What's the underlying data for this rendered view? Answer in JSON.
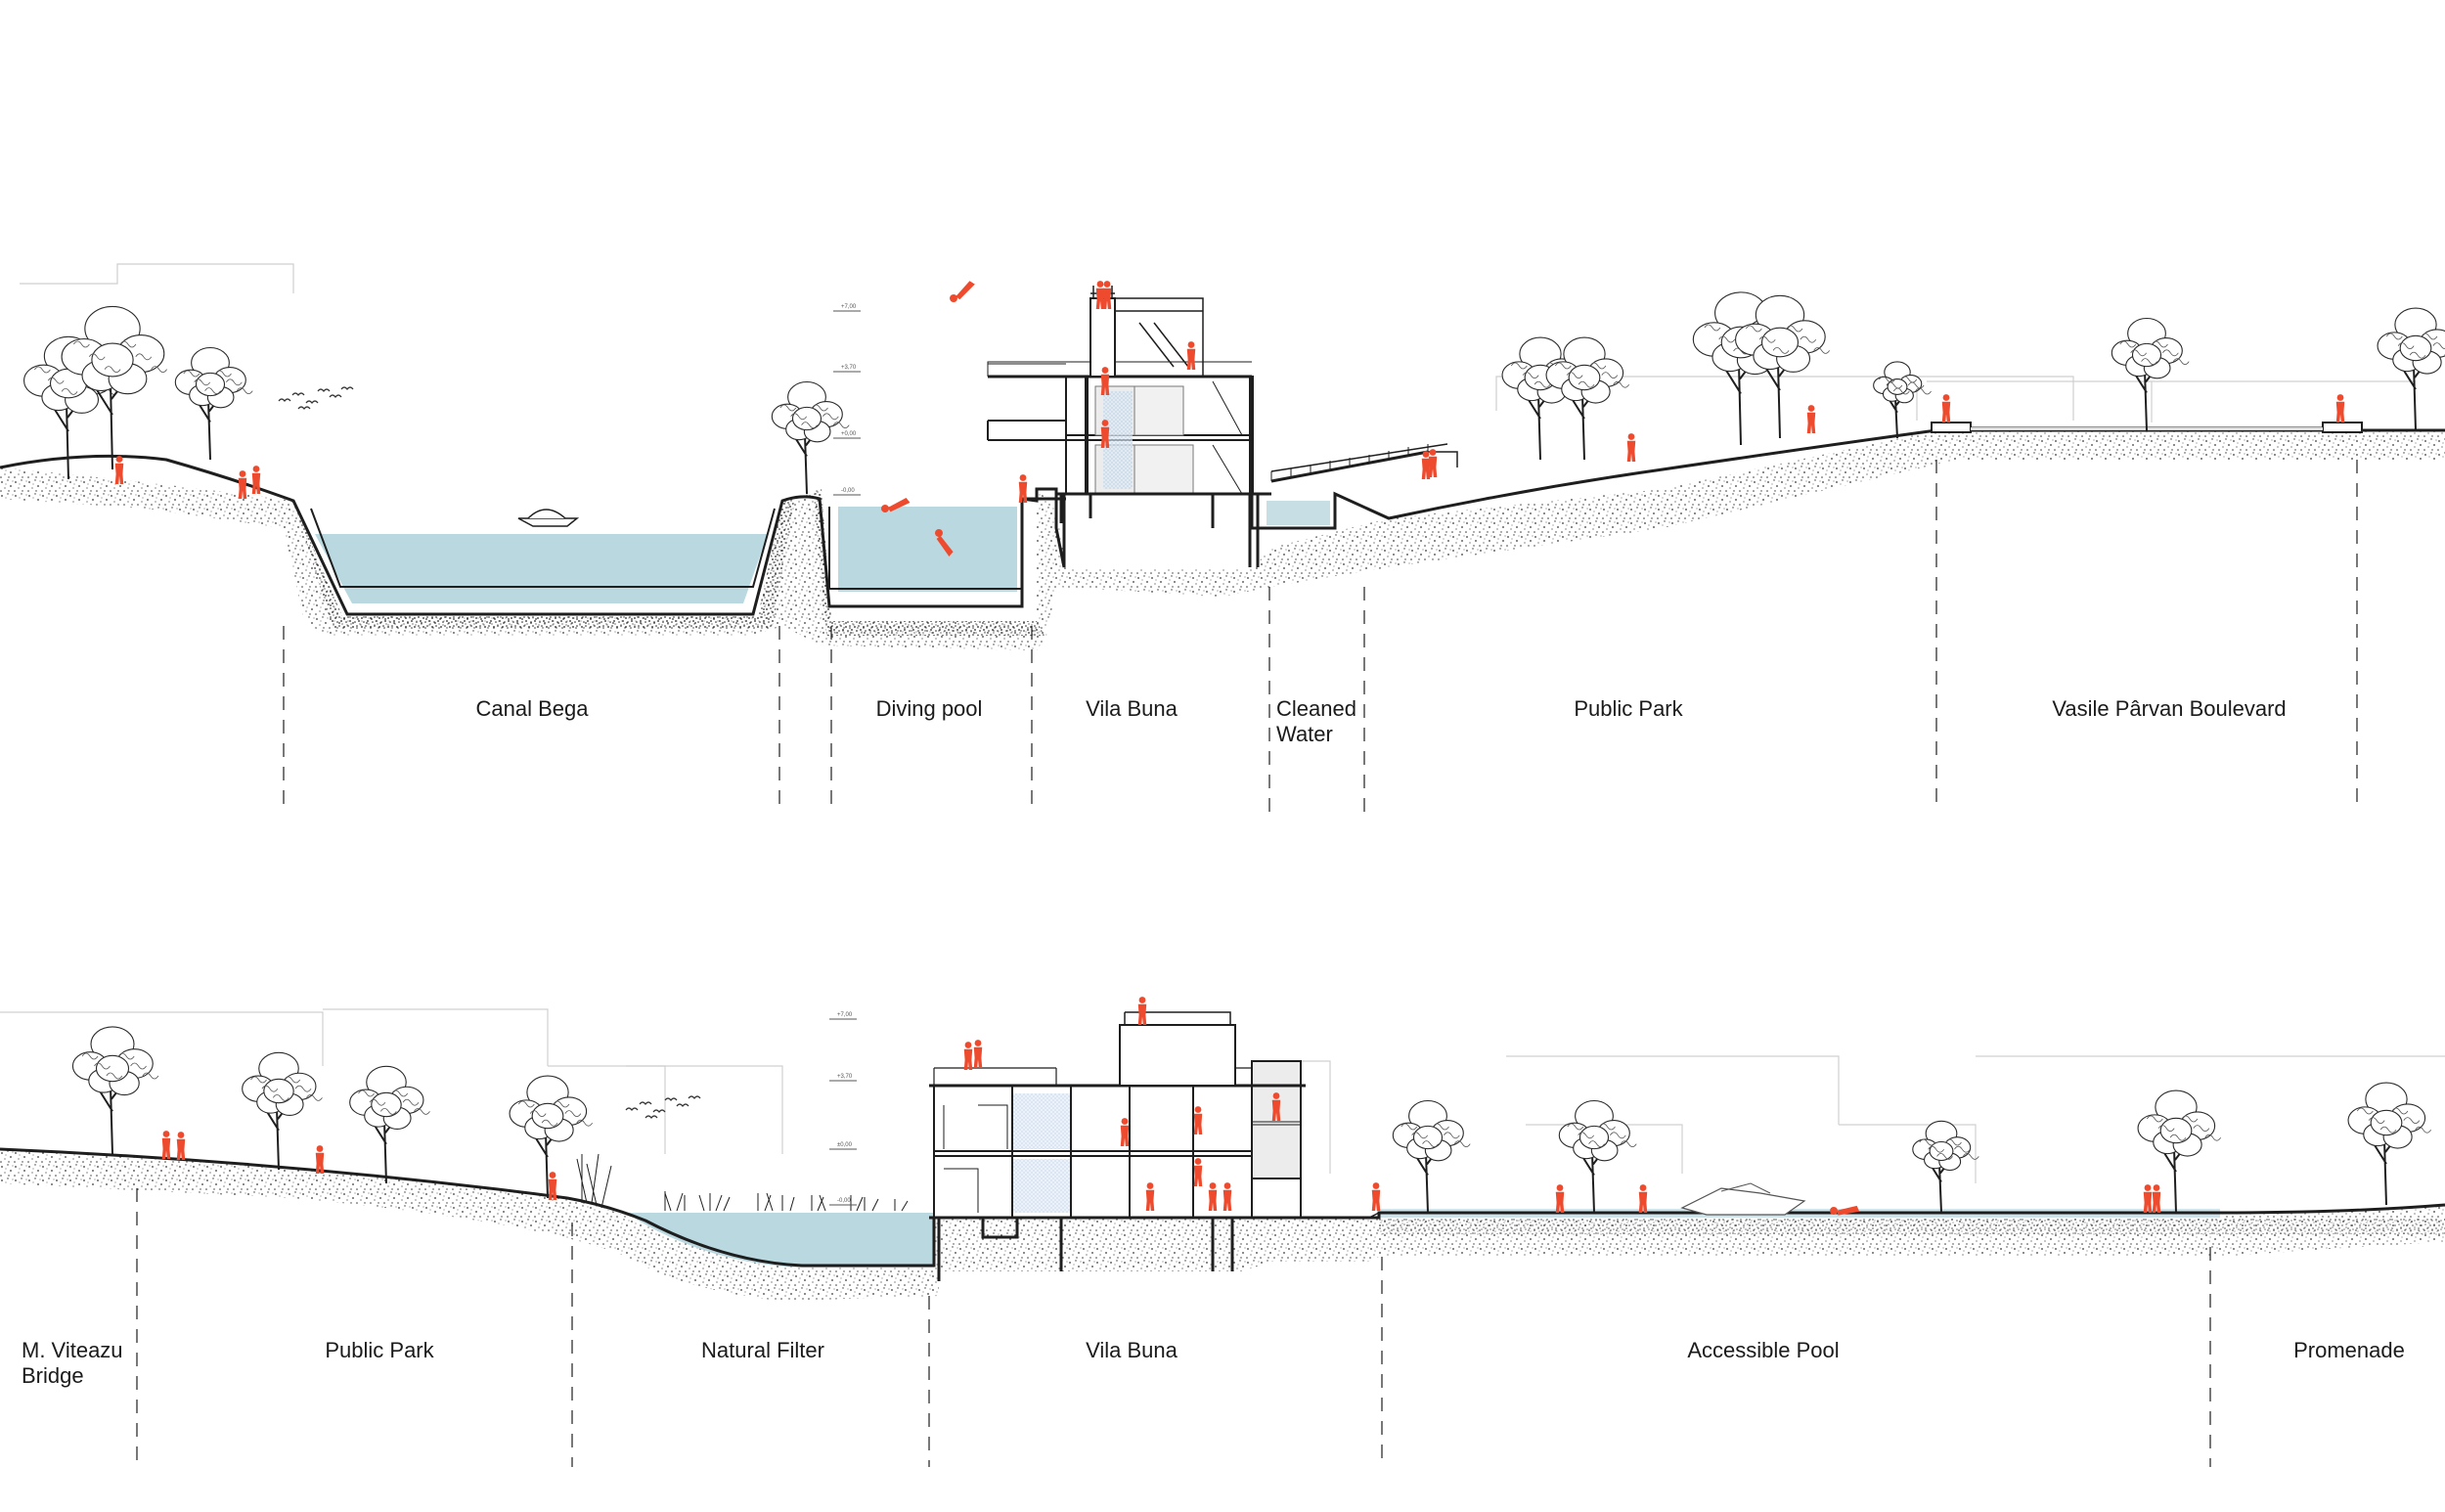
{
  "colors": {
    "water": "#b9d8e0",
    "people": "#ee4b2e",
    "line": "#1e1e1e",
    "ground": "#333333",
    "faint": "#bcbcbc"
  },
  "sections": [
    {
      "id": "top",
      "zones": [
        {
          "label": "Canal Bega"
        },
        {
          "label": "Diving pool"
        },
        {
          "label": "Vila Buna"
        },
        {
          "label": "Cleaned\nWater"
        },
        {
          "label": "Public Park"
        },
        {
          "label": "Vasile Pârvan Boulevard"
        }
      ],
      "levels": [
        "+7,00",
        "+3,70",
        "+0,00",
        "-0,00"
      ]
    },
    {
      "id": "bottom",
      "zones": [
        {
          "label": "M. Viteazu\nBridge"
        },
        {
          "label": "Public Park"
        },
        {
          "label": "Natural Filter"
        },
        {
          "label": "Vila Buna"
        },
        {
          "label": "Accessible Pool"
        },
        {
          "label": "Promenade"
        }
      ],
      "levels": [
        "+7,00",
        "+3,70",
        "±0,00",
        "-0,00"
      ]
    }
  ],
  "icons": [
    "tree-icon",
    "person-icon",
    "boat-icon",
    "bird-icon",
    "reed-icon"
  ]
}
